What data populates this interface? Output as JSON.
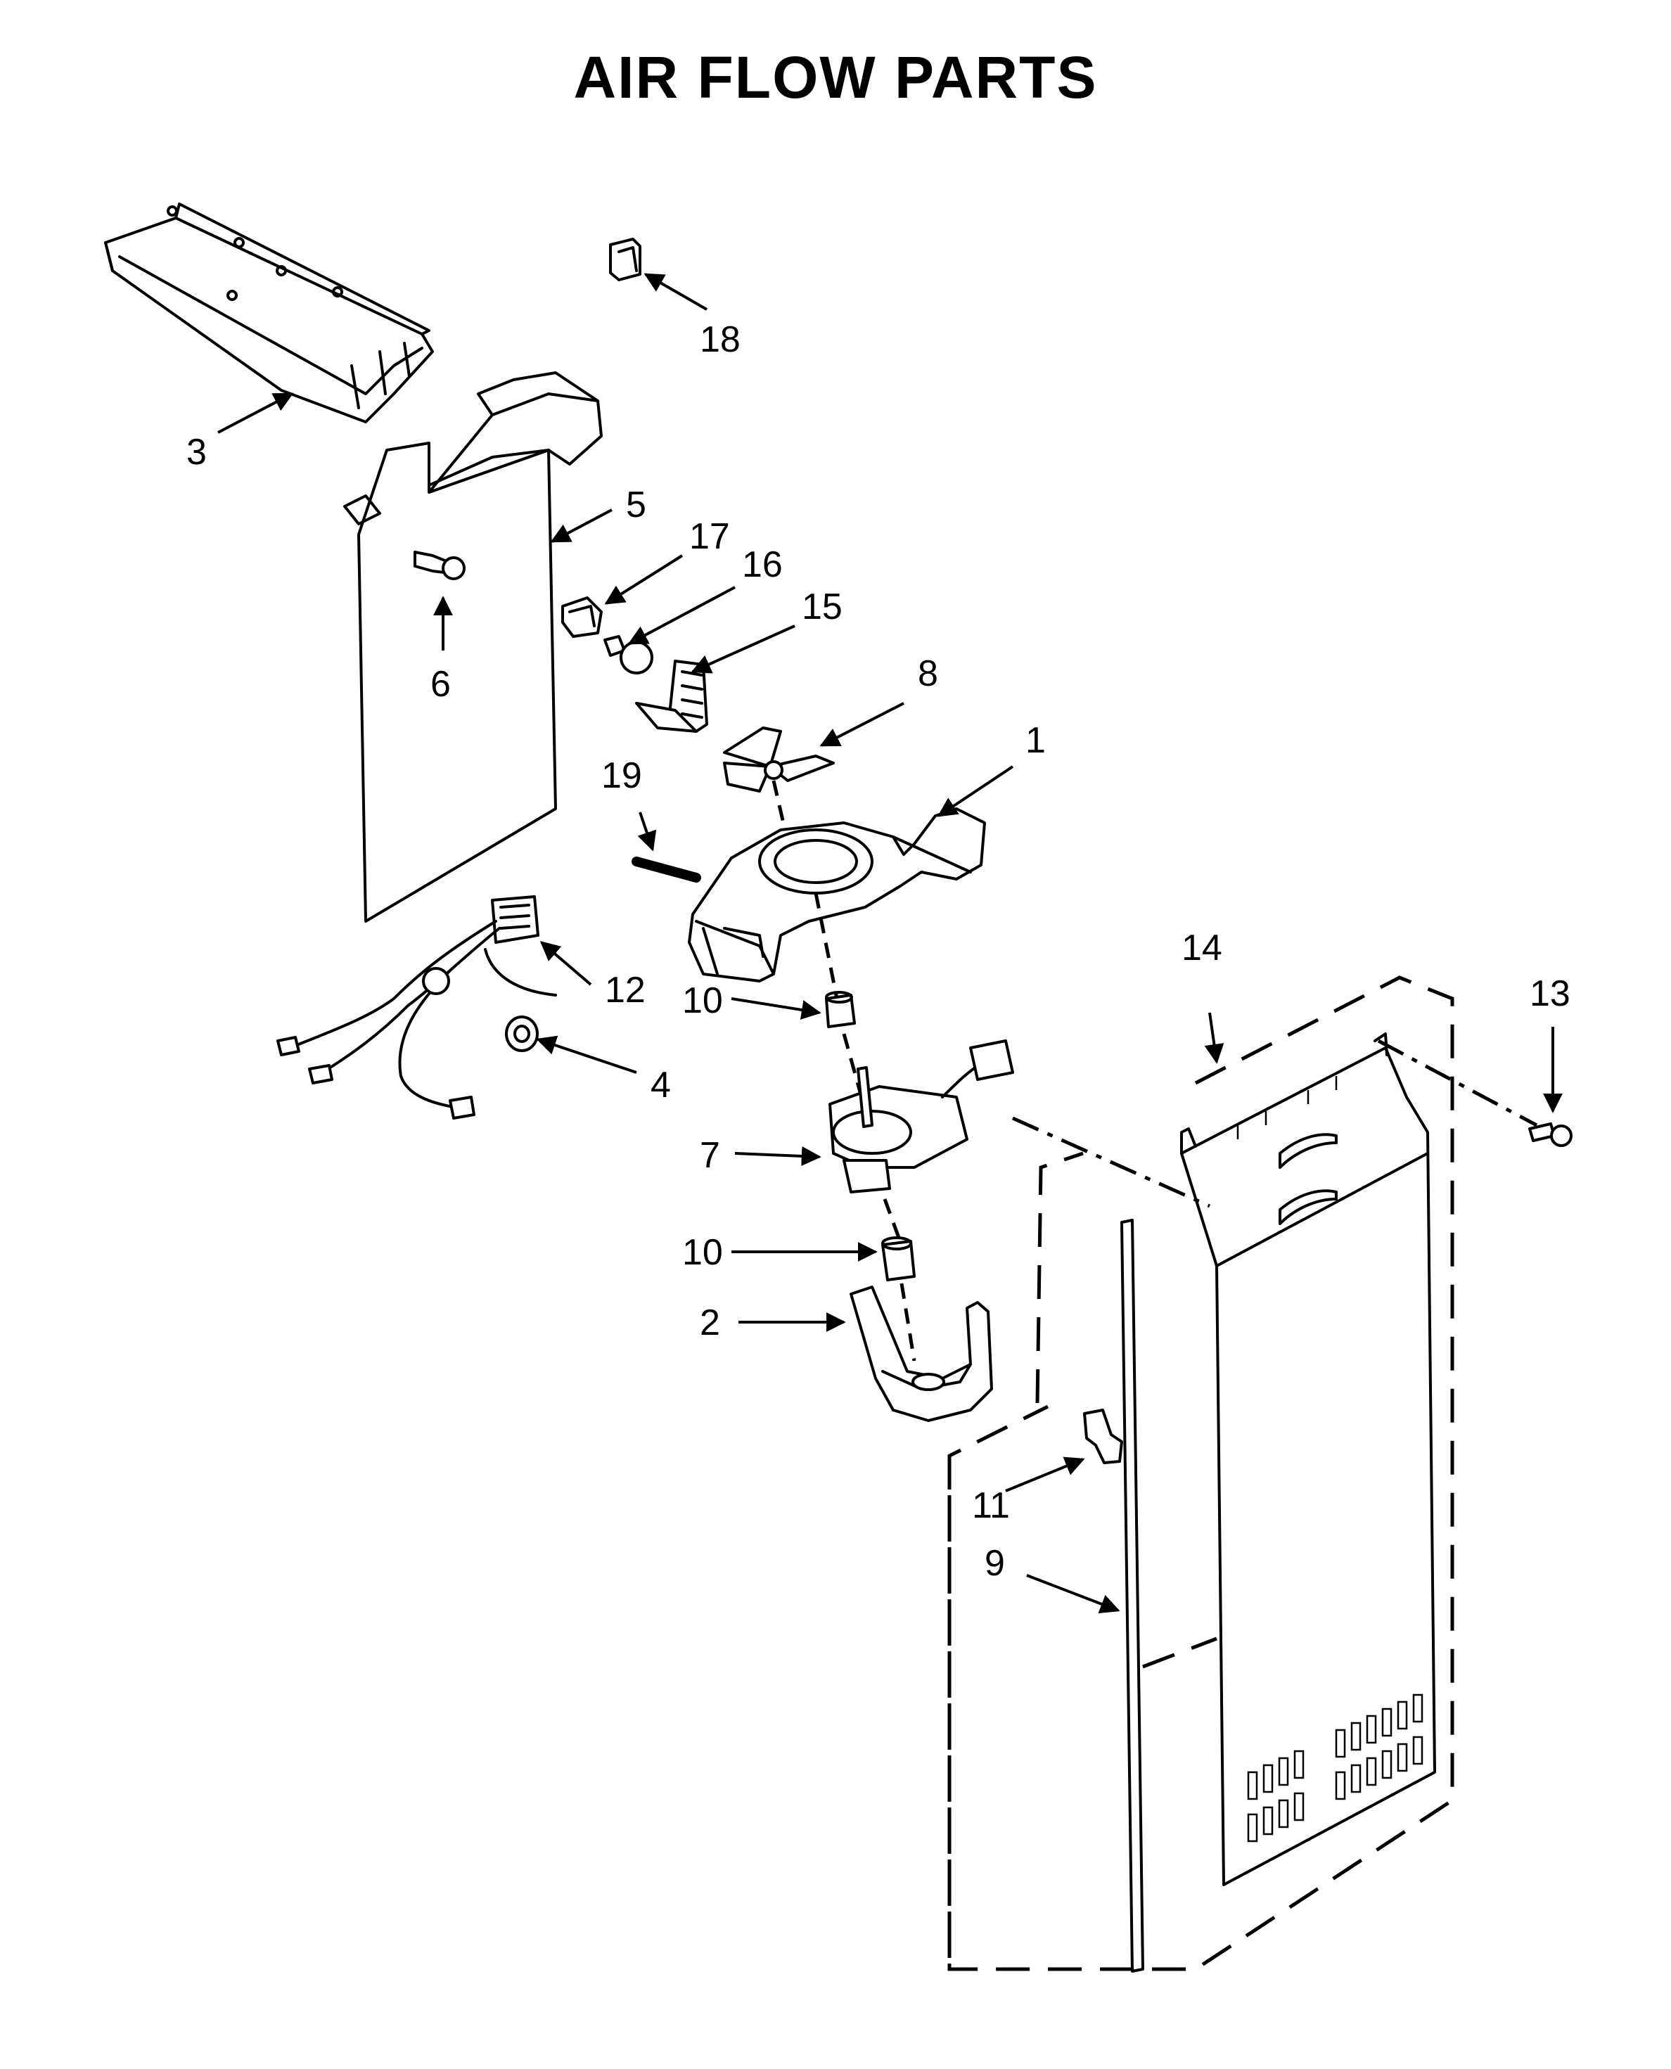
{
  "title": "AIR FLOW PARTS",
  "callouts": {
    "c1": "1",
    "c2": "2",
    "c3": "3",
    "c4": "4",
    "c5": "5",
    "c6": "6",
    "c7": "7",
    "c8": "8",
    "c9": "9",
    "c10a": "10",
    "c10b": "10",
    "c11": "11",
    "c12": "12",
    "c13": "13",
    "c14": "14",
    "c15": "15",
    "c16": "16",
    "c17": "17",
    "c18": "18",
    "c19": "19"
  }
}
